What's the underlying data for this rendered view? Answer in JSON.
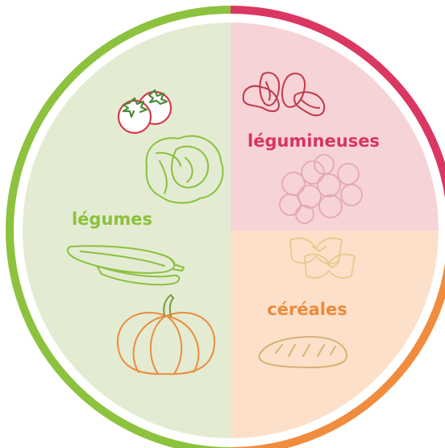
{
  "plate": {
    "sections": [
      {
        "id": "legumes",
        "label": "légumes",
        "label_color": "#8cc03c",
        "fill": "#e3ecd2",
        "rim_color": "#8dc23f",
        "share": 0.5
      },
      {
        "id": "legumineuses",
        "label": "légumineuses",
        "label_color": "#d9345f",
        "fill": "#f6d3d6",
        "rim_color": "#da3762",
        "share": 0.25
      },
      {
        "id": "cereales",
        "label": "céréales",
        "label_color": "#ec8a3c",
        "fill": "#fde0c9",
        "rim_color": "#f08c3e",
        "share": 0.25
      }
    ],
    "icons": {
      "legumes": [
        "tomatoes-icon",
        "cabbage-icon",
        "zucchini-icon",
        "pumpkin-icon"
      ],
      "legumineuses": [
        "beans-icon",
        "chickpeas-icon"
      ],
      "cereales": [
        "farfalle-pasta-icon",
        "bread-loaf-icon"
      ]
    }
  }
}
